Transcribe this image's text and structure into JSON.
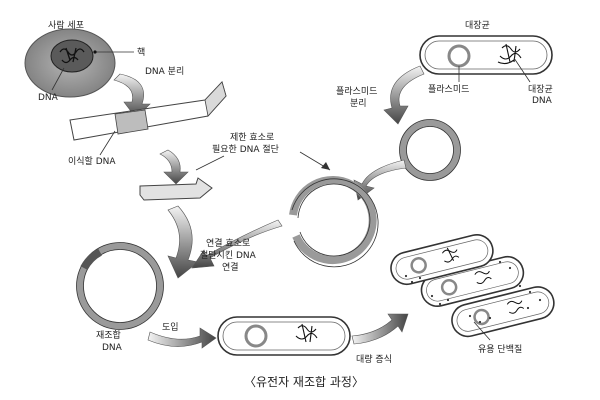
{
  "labels": {
    "human_cell": "사람 세포",
    "nucleus": "핵",
    "dna": "DNA",
    "dna_separation": "DNA 분리",
    "transplant_dna": "이식할 DNA",
    "restriction_line1": "제한 효소로",
    "restriction_line2": "필요한 DNA 절단",
    "ecoli_title": "대장균",
    "plasmid_sep_line1": "플라스미드",
    "plasmid_sep_line2": "분리",
    "plasmid": "플라스미드",
    "ecoli_dna_line1": "대장균",
    "ecoli_dna_line2": "DNA",
    "ligase_line1": "연결 효소로",
    "ligase_line2": "절단시킨 DNA",
    "ligase_line3": "연결",
    "recomb_line1": "재조합",
    "recomb_line2": "DNA",
    "introduce": "도입",
    "mass_prod": "대량 증식",
    "useful_protein": "유용 단백질",
    "caption": "〈유전자 재조합 과정〉"
  },
  "colors": {
    "cell_fill": "#8c8c8c",
    "ring_gray": "#9a9a9a",
    "line": "#333333",
    "arrow_dark": "#555555",
    "arrow_light": "#f2f2f2",
    "band": "#bdbdbd"
  }
}
